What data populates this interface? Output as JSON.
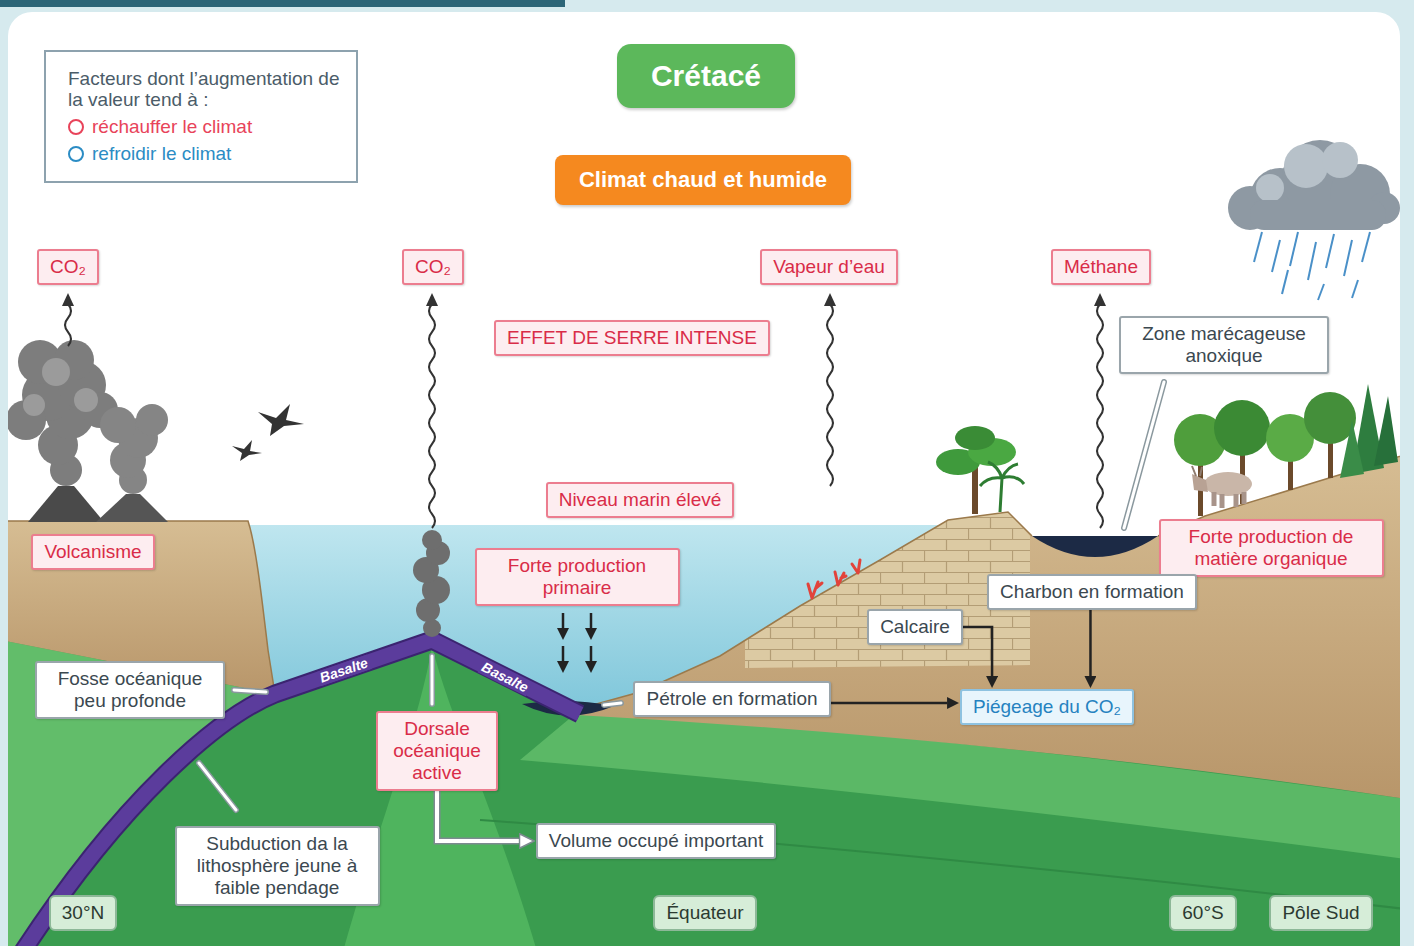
{
  "diagram": {
    "title": "Crétacé",
    "nodes": [
      {
        "text": [
          "Climat chaud et humide"
        ]
      },
      {
        "text": [
          "CO₂"
        ]
      },
      {
        "text": [
          "CO₂"
        ]
      },
      {
        "text": [
          "Vapeur d’eau"
        ]
      },
      {
        "text": [
          "Méthane"
        ]
      },
      {
        "text": [
          "Zone marécageuse anoxique"
        ]
      },
      {
        "text": [
          "EFFET DE SERRE INTENSE"
        ]
      },
      {
        "text": [
          "Niveau marin élevé"
        ]
      },
      {
        "text": [
          "Forte production de matière organique"
        ]
      },
      {
        "text": [
          "Volcanisme"
        ]
      },
      {
        "text": [
          "Forte production primaire"
        ]
      },
      {
        "text": [
          "Charbon en formation"
        ]
      },
      {
        "text": [
          "Calcaire"
        ]
      },
      {
        "text": [
          "Fosse océanique peu profonde"
        ]
      },
      {
        "text": [
          "Pétrole en formation"
        ]
      },
      {
        "text": [
          "Piégeage du CO₂"
        ]
      },
      {
        "text": [
          "Dorsale océanique active"
        ]
      },
      {
        "text": [
          "Subduction da la lithosphère jeune à faible pendage"
        ]
      },
      {
        "text": [
          "Volume occupé important"
        ]
      },
      {
        "text": [
          "30°N"
        ]
      },
      {
        "text": [
          "Équateur"
        ]
      },
      {
        "text": [
          "60°S"
        ]
      },
      {
        "text": [
          "Pôle Sud"
        ]
      }
    ],
    "edges": [
      {
        "from": 16,
        "to": 18,
        "arrow": "to"
      },
      {
        "from": 12,
        "to": 15,
        "arrow": "to"
      },
      {
        "from": 11,
        "to": 15,
        "arrow": "to"
      },
      {
        "from": 14,
        "to": 15,
        "arrow": "to"
      }
    ],
    "labels": [
      "Facteurs dont l’augmentation de la valeur tend à :",
      "Basalte",
      "Basalte"
    ],
    "legend": [
      {
        "text": "réchauffer le climat",
        "color": "#e8435a"
      },
      {
        "text": "refroidir le climat",
        "color": "#2b8cc4"
      }
    ]
  }
}
